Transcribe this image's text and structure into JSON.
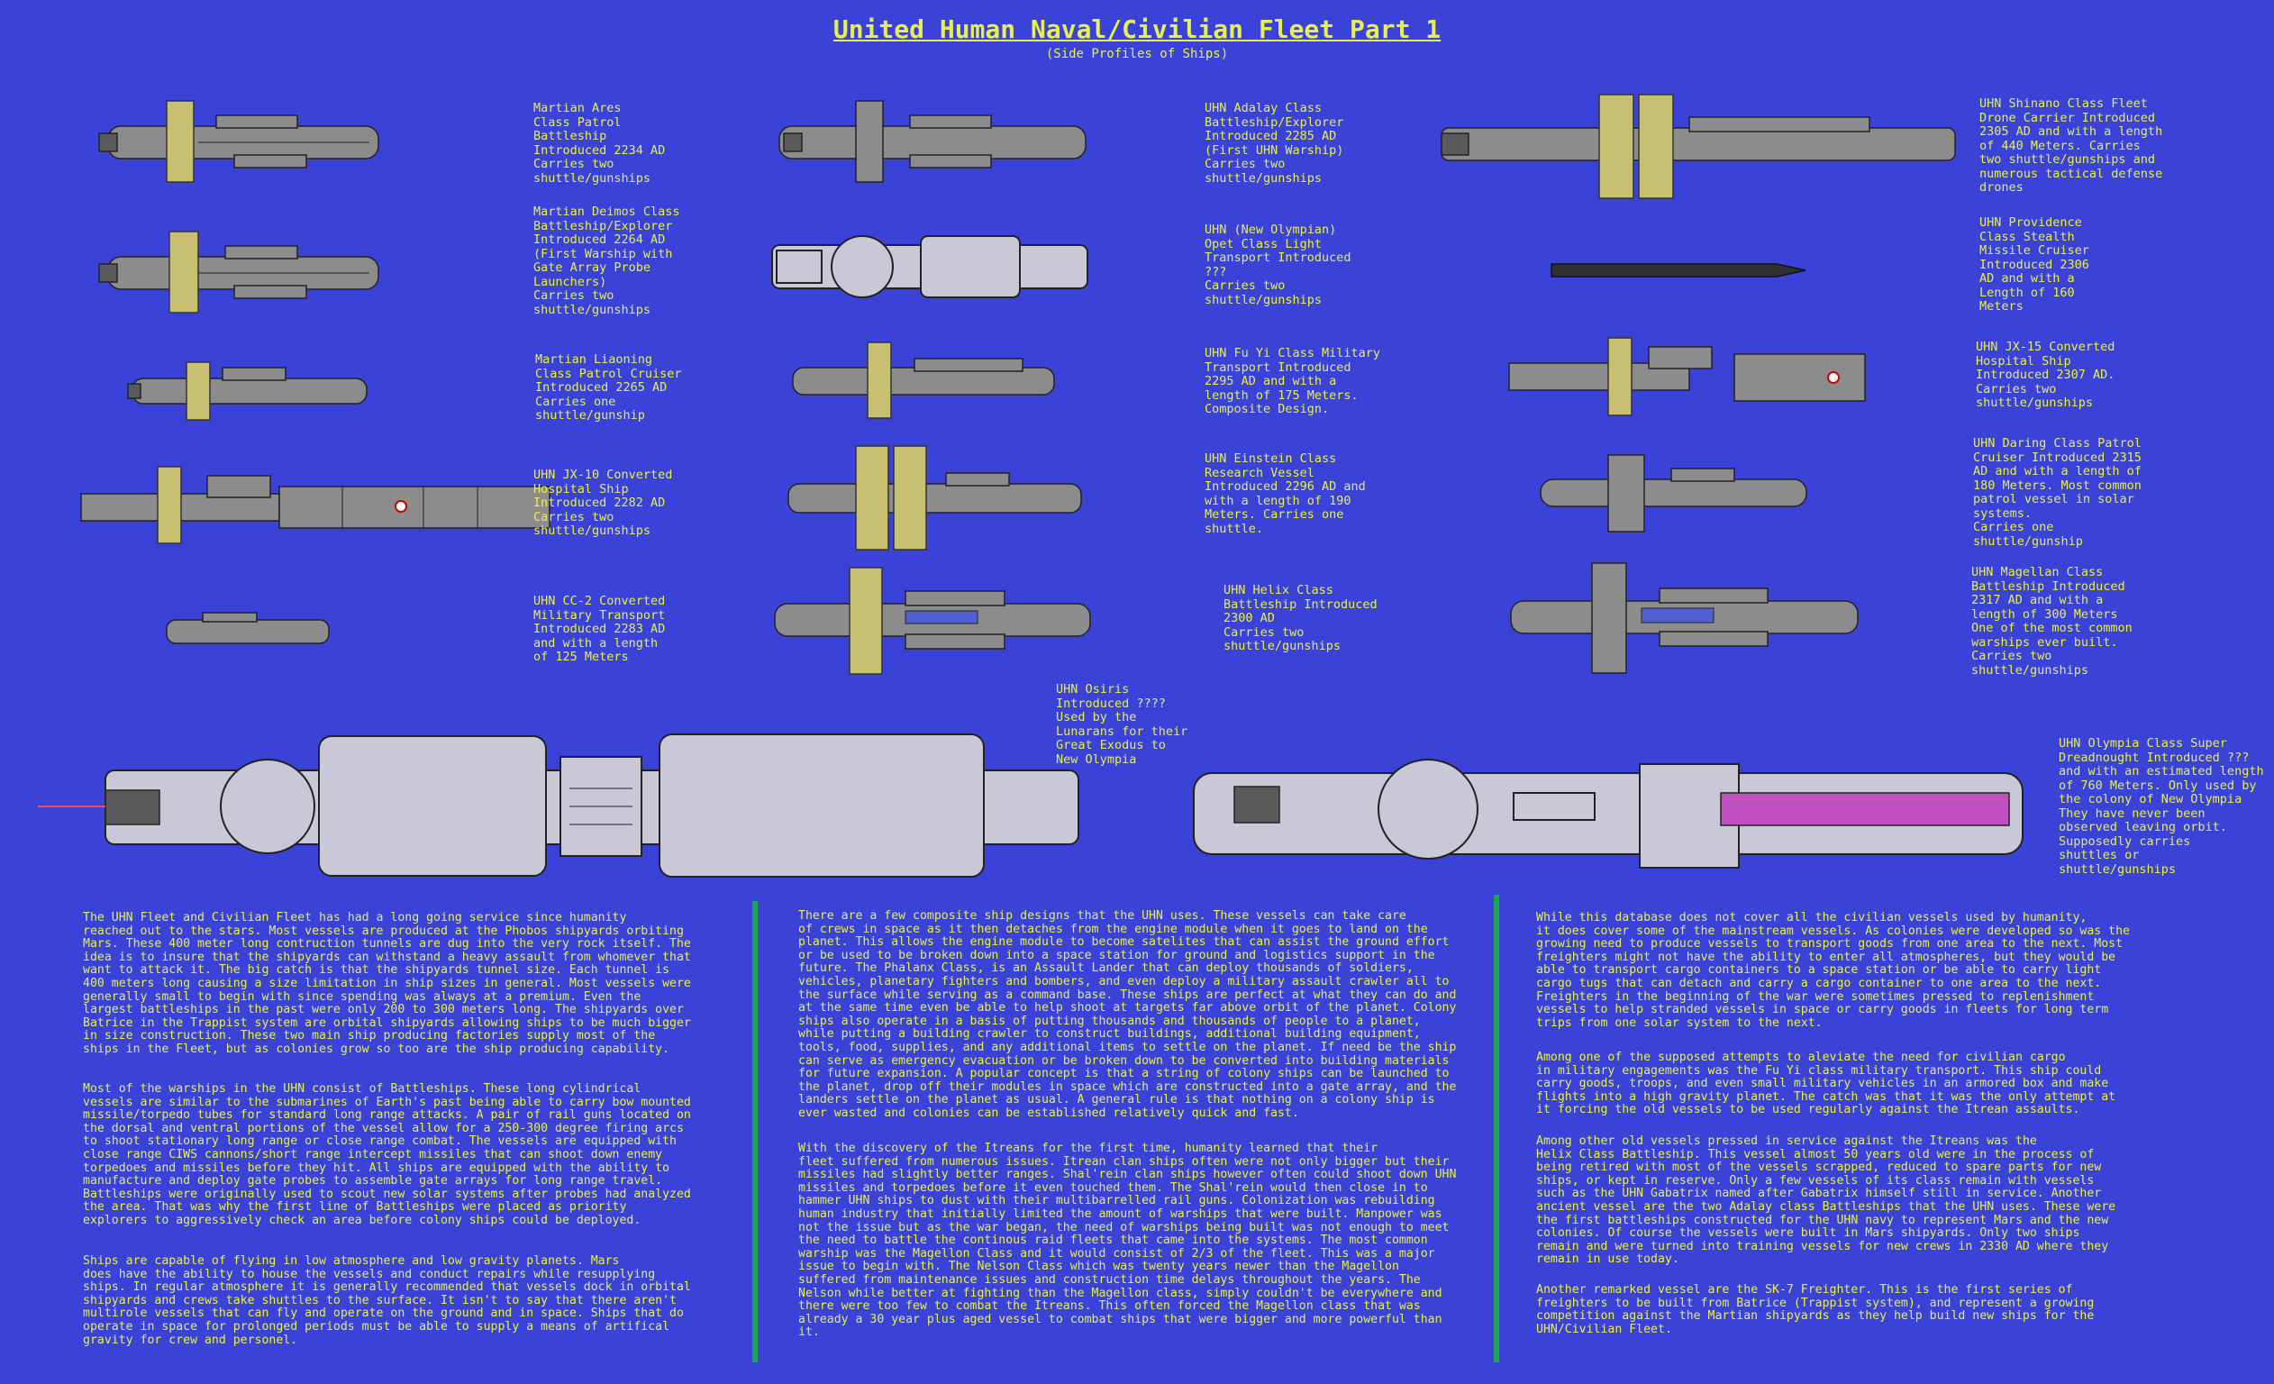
{
  "header": {
    "title": "United Human Naval/Civilian Fleet Part 1",
    "subtitle": "(Side Profiles of Ships)"
  },
  "ships": [
    {
      "id": "martian-ares",
      "caption": "Martian Ares\nClass Patrol\nBattleship\nIntroduced 2234 AD\nCarries two\nshuttle/gunships"
    },
    {
      "id": "martian-deimos",
      "caption": "Martian Deimos Class\nBattleship/Explorer\nIntroduced 2264 AD\n(First Warship with\nGate Array Probe\nLaunchers)\nCarries two\nshuttle/gunships"
    },
    {
      "id": "martian-liaoning",
      "caption": "Martian Liaoning\nClass Patrol Cruiser\nIntroduced 2265 AD\nCarries one\nshuttle/gunship"
    },
    {
      "id": "uhn-jx10",
      "caption": "UHN JX-10 Converted\nHospital Ship\nIntroduced 2282 AD\nCarries two\nshuttle/gunships"
    },
    {
      "id": "uhn-cc2",
      "caption": "UHN CC-2 Converted\nMilitary Transport\nIntroduced 2283 AD\nand with a length\nof 125 Meters"
    },
    {
      "id": "uhn-adalay",
      "caption": "UHN Adalay Class\nBattleship/Explorer\nIntroduced 2285 AD\n(First UHN Warship)\nCarries two\nshuttle/gunships"
    },
    {
      "id": "uhn-new-olympian",
      "caption": "UHN (New Olympian)\nOpet Class Light\nTransport Introduced\n???\nCarries two\nshuttle/gunships"
    },
    {
      "id": "uhn-fu-yi",
      "caption": "UHN Fu Yi Class Military\nTransport Introduced\n2295 AD and with a\nlength of 175 Meters.\nComposite Design."
    },
    {
      "id": "uhn-einstein",
      "caption": "UHN Einstein Class\nResearch Vessel\nIntroduced 2296 AD and\nwith a length of 190\nMeters. Carries one\nshuttle."
    },
    {
      "id": "uhn-helix",
      "caption": "UHN Helix Class\nBattleship Introduced\n2300 AD\nCarries two\nshuttle/gunships"
    },
    {
      "id": "uhn-osiris",
      "caption": "UHN Osiris\nIntroduced ????\nUsed by the\nLunarans for their\nGreat Exodus to\nNew Olympia"
    },
    {
      "id": "uhn-shinano",
      "caption": "UHN Shinano Class Fleet\nDrone Carrier Introduced\n2305 AD and with a length\nof 440 Meters. Carries\ntwo shuttle/gunships and\nnumerous tactical defense\ndrones"
    },
    {
      "id": "uhn-providence",
      "caption": "UHN Providence\nClass Stealth\nMissile Cruiser\nIntroduced 2306\nAD and with a\nLength of 160\nMeters"
    },
    {
      "id": "uhn-jx15",
      "caption": "UHN JX-15 Converted\nHospital Ship\nIntroduced 2307 AD.\nCarries two\nshuttle/gunships"
    },
    {
      "id": "uhn-daring",
      "caption": "UHN Daring Class Patrol\nCruiser Introduced 2315\nAD and with a length of\n180 Meters. Most common\npatrol vessel in solar\nsystems.\nCarries one\nshuttle/gunship"
    },
    {
      "id": "uhn-magellan",
      "caption": "UHN Magellan Class\nBattleship Introduced\n2317 AD and with a\nlength of 300 Meters\nOne of the most common\nwarships ever built.\nCarries two\nshuttle/gunships"
    },
    {
      "id": "uhn-olympia",
      "caption": "UHN Olympia Class Super\nDreadnought Introduced ???\nand with an estimated length\nof 760 Meters. Only used by\nthe colony of New Olympia\nThey have never been\nobserved leaving orbit.\nSupposedly carries\nshuttles or\nshuttle/gunships"
    }
  ],
  "paragraphs": {
    "col1": [
      "The UHN Fleet and Civilian Fleet has had a long going service since humanity\nreached out to the stars. Most vessels are produced at the Phobos shipyards orbiting\nMars. These 400 meter long contruction tunnels are dug into the very rock itself. The\nidea is to insure that the shipyards can withstand a heavy assault from whomever that\nwant to attack it. The big catch is that the shipyards tunnel size. Each tunnel is\n400 meters long causing a size limitation in ship sizes in general. Most vessels were\ngenerally small to begin with since spending was always at a premium. Even the\nlargest battleships in the past were only 200 to 300 meters long. The shipyards over\nBatrice in the Trappist system are orbital shipyards allowing ships to be much bigger\nin size construction. These two main ship producing factories supply most of the\nships in the Fleet, but as colonies grow so too are the ship producing capability.",
      "Most of the warships in the UHN consist of Battleships. These long cylindrical\nvessels are similar to the submarines of Earth's past being able to carry bow mounted\nmissile/torpedo tubes for standard long range attacks. A pair of rail guns located on\nthe dorsal and ventral portions of the vessel allow for a 250-300 degree firing arcs\nto shoot stationary long range or close range combat. The vessels are equipped with\nclose range CIWS cannons/short range intercept missiles that can shoot down enemy\ntorpedoes and missiles before they hit. All ships are equipped with the ability to\nmanufacture and deploy gate probes to assemble gate arrays for long range travel.\nBattleships were originally used to scout new solar systems after probes had analyzed\nthe area. That was why the first line of Battleships were placed as priority\nexplorers to aggressively check an area before colony ships could be deployed.",
      "Ships are capable of flying in low atmosphere and low gravity planets. Mars\ndoes have the ability to house the vessels and conduct repairs while resupplying\nships. In regular atmosphere it is generally recommended that vessels dock in orbital\nshipyards and crews take shuttles to the surface. It isn't to say that there aren't\nmultirole vessels that can fly and operate on the ground and in space. Ships that do\noperate in space for prolonged periods must be able to supply a means of artifical\ngravity for crew and personel."
    ],
    "col2": [
      "There are a few composite ship designs that the UHN uses. These vessels can take care\nof crews in space as it then detaches from the engine module when it goes to land on the\nplanet. This allows the engine module to become satelites that can assist the ground effort\nor be used to be broken down into a space station for ground and logistics support in the\nfuture. The Phalanx Class, is an Assault Lander that can deploy thousands of soldiers,\nvehicles, planetary fighters and bombers, and even deploy a military assault crawler all to\nthe surface while serving as a command base. These ships are perfect at what they can do and\nat the same time even be able to help shoot at targets far above orbit of the planet. Colony\nships also operate in a basis of putting thousands and thousands of people to a planet,\nwhile putting a building crawler to construct buildings, additional building equipment,\ntools, food, supplies, and any additional items to settle on the planet. If need be the ship\ncan serve as emergency evacuation or be broken down to be converted into building materials\nfor future expansion. A popular concept is that a string of colony ships can be launched to\nthe planet, drop off their modules in space which are constructed into a gate array, and the\nlanders settle on the planet as usual. A general rule is that nothing on a colony ship is\never wasted and colonies can be established relatively quick and fast.",
      "With the discovery of the Itreans for the first time, humanity learned that their\nfleet suffered from numerous issues. Itrean clan ships often were not only bigger but their\nmissiles had slightly better ranges. Shal'rein clan ships however often could shoot down UHN\nmissiles and torpedoes before it even touched them. The Shal'rein would then close in to\nhammer UHN ships to dust with their multibarrelled rail guns. Colonization was rebuilding\nhuman industry that initially limited the amount of warships that were built. Manpower was\nnot the issue but as the war began, the need of warships being built was not enough to meet\nthe need to battle the continous raid fleets that came into the systems. The most common\nwarship was the Magellon Class and it would consist of 2/3 of the fleet. This was a major\nissue to begin with. The Nelson Class which was twenty years newer than the Magellon\nsuffered from maintenance issues and construction time delays throughout the years. The\nNelson while better at fighting than the Magellon class, simply couldn't be everywhere and\nthere were too few to combat the Itreans. This often forced the Magellon class that was\nalready a 30 year plus aged vessel to combat ships that were bigger and more powerful than\nit."
    ],
    "col3": [
      "While this database does not cover all the civilian vessels used by humanity,\nit does cover some of the mainstream vessels. As colonies were developed so was the\ngrowing need to produce vessels to transport goods from one area to the next. Most\nfreighters might not have the ability to enter all atmospheres, but they would be\nable to transport cargo containers to a space station or be able to carry light\ncargo tugs that can detach and carry a cargo container to one area to the next.\nFreighters in the beginning of the war were sometimes pressed to replenishment\nvessels to help stranded vessels in space or carry goods in fleets for long term\ntrips from one solar system to the next.",
      "Among one of the supposed attempts to aleviate the need for civilian cargo\nin military engagements was the Fu Yi class military transport. This ship could\ncarry goods, troops, and even small military vehicles in an armored box and make\nflights into a high gravity planet. The catch was that it was the only attempt at\nit forcing the old vessels to be used regularly against the Itrean assaults.",
      "Among other old vessels pressed in service against the Itreans was the\nHelix Class Battleship. This vessel almost 50 years old were in the process of\nbeing retired with most of the vessels scrapped, reduced to spare parts for new\nships, or kept in reserve. Only a few vessels of its class remain with vessels\nsuch as the UHN Gabatrix named after Gabatrix himself still in service. Another\nancient vessel are the two Adalay class Battleships that the UHN uses. These were\nthe first battleships constructed for the UHN navy to represent Mars and the new\ncolonies. Of course the vessels were built in Mars shipyards. Only two ships\nremain and were turned into training vessels for new crews in 2330 AD where they\nremain in use today.",
      "Another remarked vessel are the SK-7 Freighter. This is the first series of\nfreighters to be built from Batrice (Trappist system), and represent a growing\ncompetition against the Martian shipyards as they help build new ships for the\nUHN/Civilian Fleet."
    ]
  },
  "colors": {
    "background": "#3a42d8",
    "text": "#e8f050",
    "divider": "#1aa64c",
    "hull": "#8c8c8c",
    "light_hull": "#c8c8d6",
    "ring": "#c8c070"
  }
}
